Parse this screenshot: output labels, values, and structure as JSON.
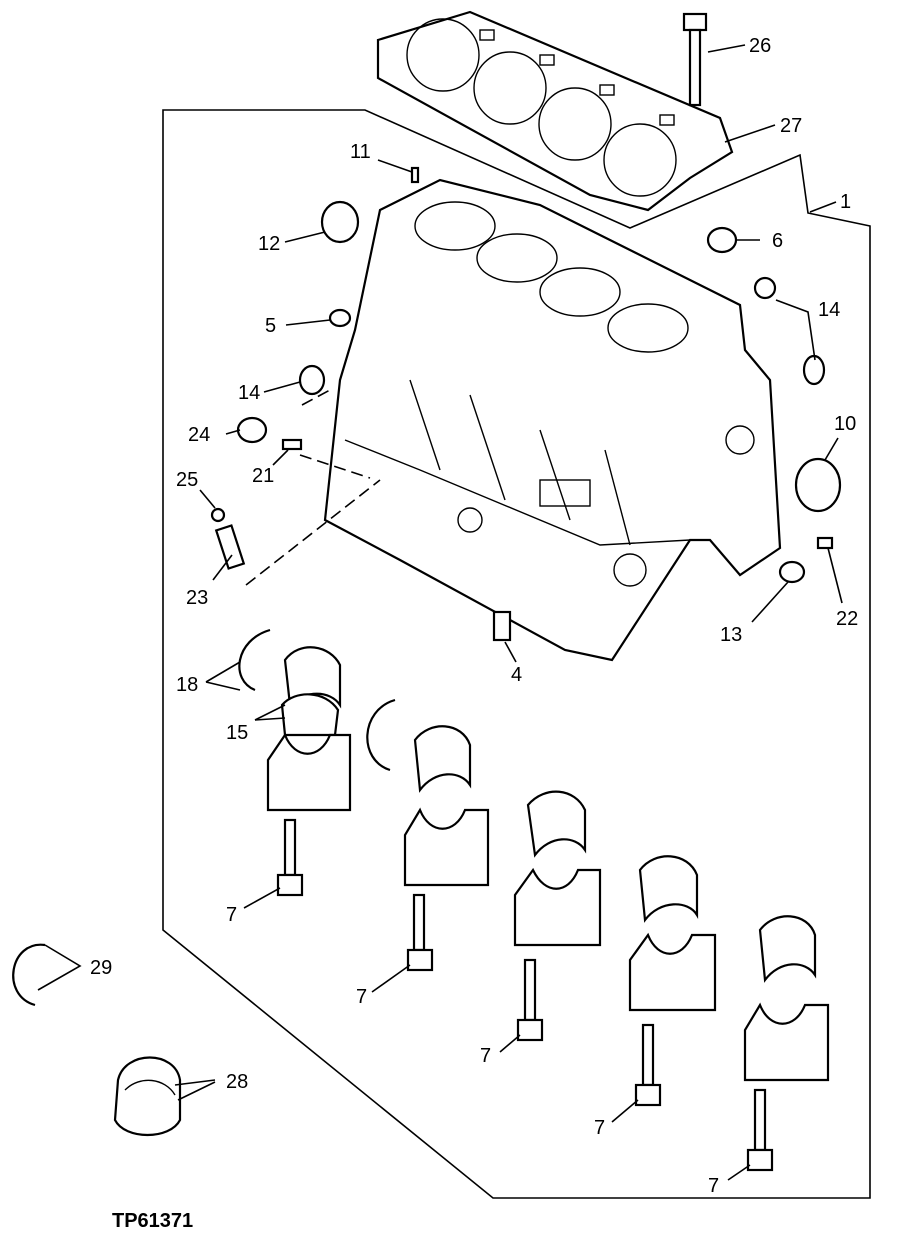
{
  "figure_id": "TP61371",
  "callouts": [
    {
      "id": "c26",
      "text": "26"
    },
    {
      "id": "c27",
      "text": "27"
    },
    {
      "id": "c1",
      "text": "1"
    },
    {
      "id": "c11",
      "text": "11"
    },
    {
      "id": "c12",
      "text": "12"
    },
    {
      "id": "c6",
      "text": "6"
    },
    {
      "id": "c14a",
      "text": "14"
    },
    {
      "id": "c5",
      "text": "5"
    },
    {
      "id": "c14b",
      "text": "14"
    },
    {
      "id": "c10",
      "text": "10"
    },
    {
      "id": "c24",
      "text": "24"
    },
    {
      "id": "c21",
      "text": "21"
    },
    {
      "id": "c25",
      "text": "25"
    },
    {
      "id": "c23",
      "text": "23"
    },
    {
      "id": "c22",
      "text": "22"
    },
    {
      "id": "c13",
      "text": "13"
    },
    {
      "id": "c4",
      "text": "4"
    },
    {
      "id": "c18",
      "text": "18"
    },
    {
      "id": "c15",
      "text": "15"
    },
    {
      "id": "c7a",
      "text": "7"
    },
    {
      "id": "c7b",
      "text": "7"
    },
    {
      "id": "c7c",
      "text": "7"
    },
    {
      "id": "c7d",
      "text": "7"
    },
    {
      "id": "c7e",
      "text": "7"
    },
    {
      "id": "c29",
      "text": "29"
    },
    {
      "id": "c28",
      "text": "28"
    }
  ]
}
